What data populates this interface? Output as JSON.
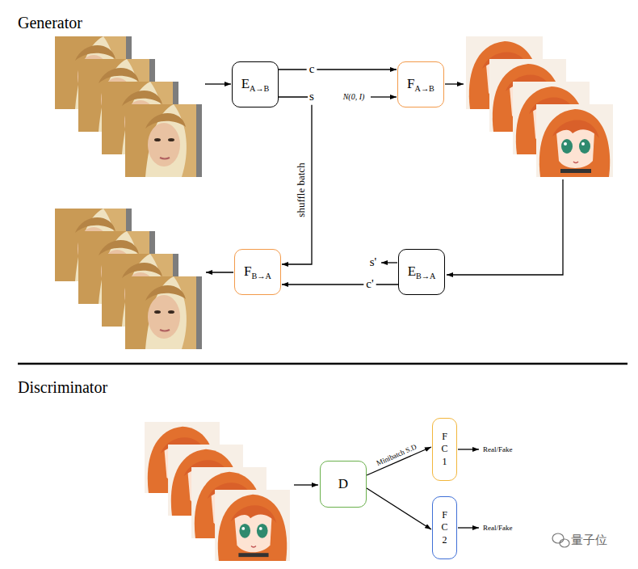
{
  "diagram": {
    "nodes": [
      {
        "text": [
          "E",
          "A→B"
        ]
      },
      {
        "text": [
          "F",
          "A→B"
        ]
      },
      {
        "text": [
          "F",
          "B→A"
        ]
      },
      {
        "text": [
          "E",
          "B→A"
        ]
      },
      {
        "text": [
          "D"
        ]
      },
      {
        "text": [
          "F C 1"
        ]
      },
      {
        "text": [
          "F C 2"
        ]
      }
    ],
    "edges": [
      {
        "from": 0,
        "to": 1,
        "arrow": "to",
        "label": "c"
      },
      {
        "from": 0,
        "to": 2,
        "arrow": "to",
        "label": "shuffle batch"
      },
      {
        "from": 3,
        "to": 2,
        "arrow": "to",
        "label": "c'"
      },
      {
        "from": 4,
        "to": 5,
        "arrow": "to",
        "label": "Minibatch S.D"
      },
      {
        "from": 4,
        "to": 6,
        "arrow": "to"
      }
    ],
    "labels": [
      "Generator",
      "s",
      "N(0, I)",
      "s'",
      "Discriminator",
      "Real/Fake",
      "Real/Fake",
      "量子位"
    ]
  }
}
